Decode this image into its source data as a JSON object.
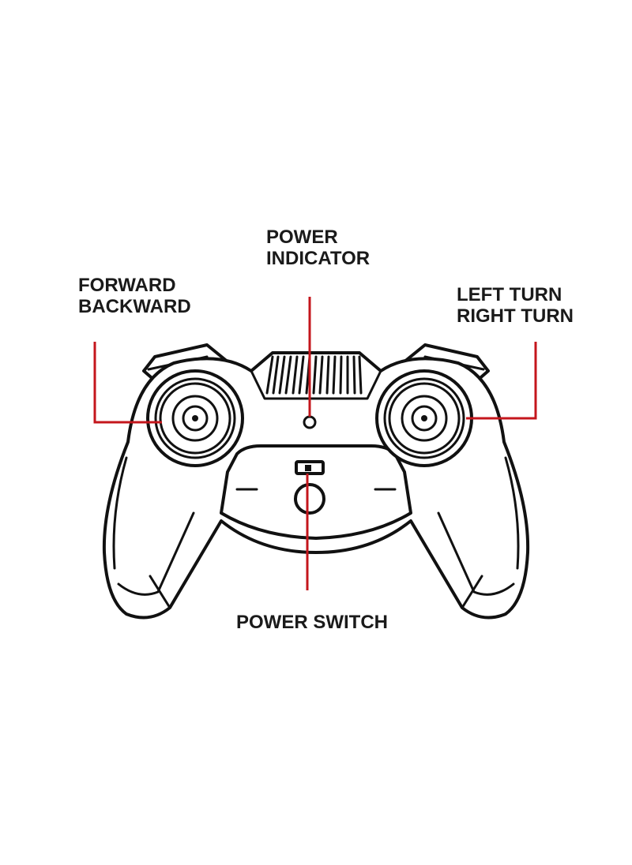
{
  "labels": {
    "power_indicator": [
      "POWER",
      "INDICATOR"
    ],
    "forward_backward": [
      "FORWARD",
      "BACKWARD"
    ],
    "left_right_turn": [
      "LEFT TURN",
      "RIGHT TURN"
    ],
    "power_switch": "POWER SWITCH"
  },
  "colors": {
    "outline": "#111111",
    "leader_line": "#c4161c",
    "background": "#ffffff"
  }
}
